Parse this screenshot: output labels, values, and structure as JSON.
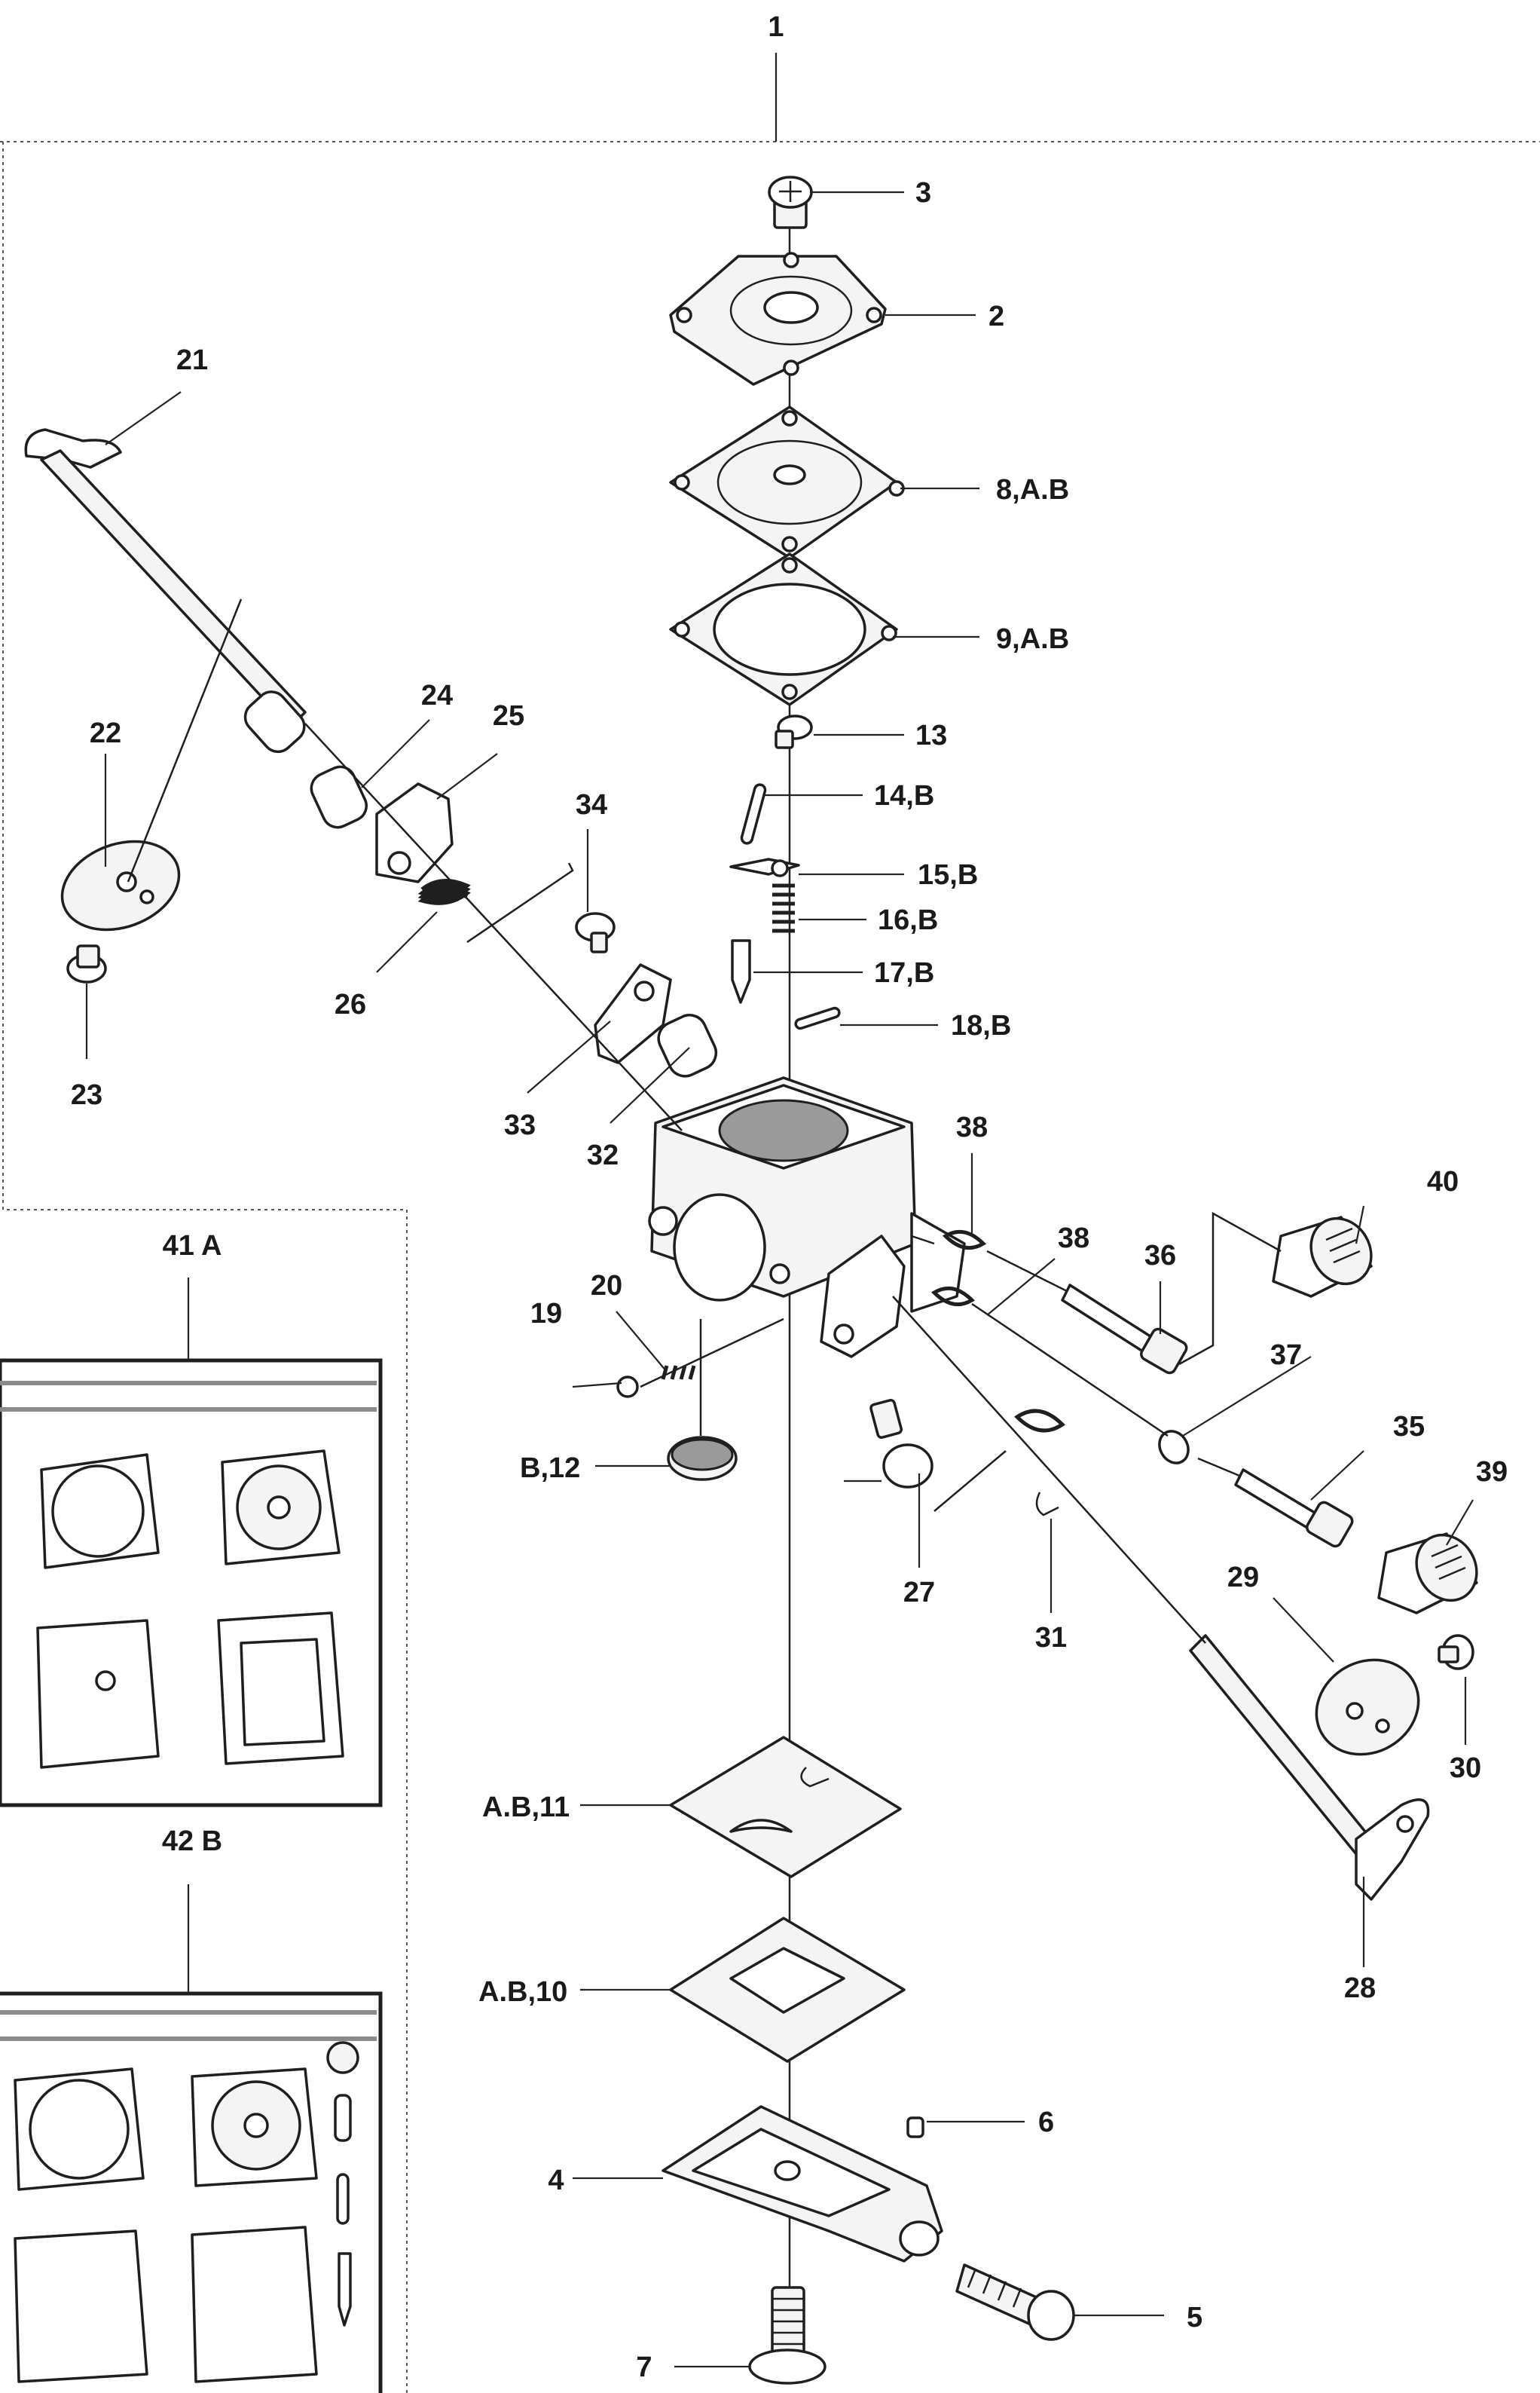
{
  "labels": {
    "l1": "1",
    "l2": "2",
    "l3": "3",
    "l4": "4",
    "l5": "5",
    "l6": "6",
    "l7": "7",
    "l8": "8,A.B",
    "l9": "9,A.B",
    "l10": "A.B,10",
    "l11": "A.B,11",
    "l12": "B,12",
    "l13": "13",
    "l14": "14,B",
    "l15": "15,B",
    "l16": "16,B",
    "l17": "17,B",
    "l18": "18,B",
    "l19": "19",
    "l20": "20",
    "l21": "21",
    "l22": "22",
    "l23": "23",
    "l24": "24",
    "l25": "25",
    "l26": "26",
    "l27": "27",
    "l28": "28",
    "l29": "29",
    "l30": "30",
    "l31": "31",
    "l32": "32",
    "l33": "33",
    "l34": "34",
    "l35": "35",
    "l36": "36",
    "l37": "37",
    "l38a": "38",
    "l38b": "38",
    "l39": "39",
    "l40": "40",
    "l41": "41 A",
    "l42": "42 B"
  }
}
